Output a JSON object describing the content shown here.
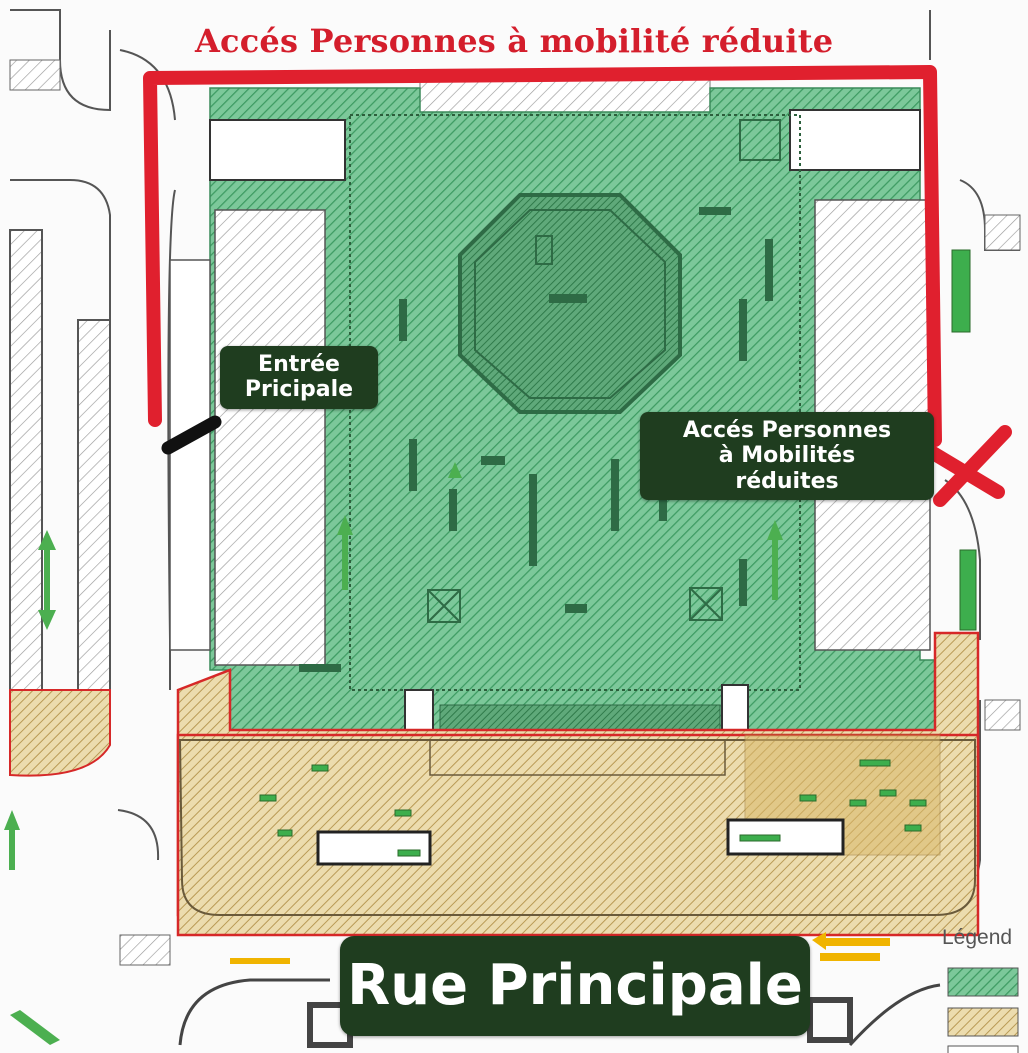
{
  "map_title": "Accés Personnes à mobilité réduite",
  "entrance_label": {
    "line1": "Entrée",
    "line2": "Pricipale"
  },
  "pmr_access_label": {
    "line1": "Accés Personnes",
    "line2": "à Mobilités",
    "line3": "réduites"
  },
  "street_label": "Rue Principale",
  "legend": {
    "title": "Légend",
    "items": [
      {
        "color": "#3cb371",
        "pattern": "green-hatched"
      },
      {
        "color": "#d9b45a",
        "pattern": "tan-hatched"
      },
      {
        "color": "#ffffff",
        "pattern": "white"
      }
    ]
  },
  "colors": {
    "route": "#e0202e",
    "green_zone": "#6fc28c",
    "tan_zone": "#e6cf93",
    "zone_border": "#d62828",
    "label_bg": "#1f3d1f"
  }
}
